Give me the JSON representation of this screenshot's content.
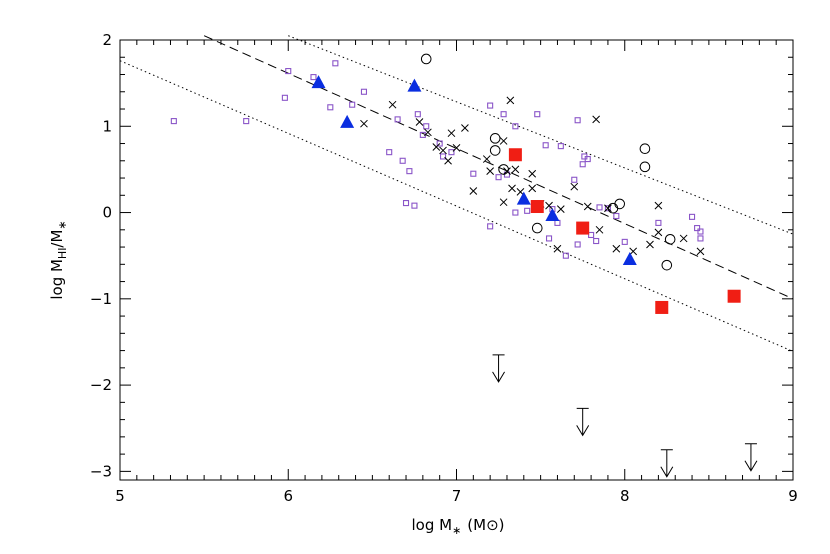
{
  "chart_data": {
    "type": "scatter",
    "xlabel": "log M∗ (M⊙)",
    "ylabel": "log M_HI/M∗",
    "ylabel_parts": {
      "main": "log M",
      "sub1": "HI",
      "mid": "/M",
      "sub2": "∗"
    },
    "xlabel_parts": {
      "main": "log M",
      "sub": "∗",
      "unit": "(M⊙)"
    },
    "xlim": [
      5,
      9
    ],
    "ylim": [
      -3.1,
      2
    ],
    "xticks": [
      5,
      6,
      7,
      8,
      9
    ],
    "yticks": [
      2,
      1,
      0,
      -1,
      -2,
      -3
    ],
    "ytick_labels": [
      "2",
      "1",
      "0",
      "−1",
      "−2",
      "−3"
    ],
    "grid": false,
    "colors": {
      "triangle": "#0a2ee0",
      "square": "#f01e14",
      "small_square": "#8a55c8",
      "ink": "#000000"
    },
    "lines": [
      {
        "style": "dashed",
        "x": [
          5.5,
          9.0
        ],
        "y": [
          2.05,
          -1.0
        ]
      },
      {
        "style": "dotted",
        "x": [
          5.0,
          9.0
        ],
        "y": [
          1.76,
          -1.61
        ]
      },
      {
        "style": "dotted",
        "x": [
          6.0,
          9.0
        ],
        "y": [
          2.05,
          -0.25
        ]
      }
    ],
    "series": [
      {
        "marker": "small-square",
        "points": [
          [
            5.32,
            1.06
          ],
          [
            5.75,
            1.06
          ],
          [
            5.98,
            1.33
          ],
          [
            6.0,
            1.64
          ],
          [
            6.15,
            1.57
          ],
          [
            6.25,
            1.22
          ],
          [
            6.28,
            1.73
          ],
          [
            6.38,
            1.25
          ],
          [
            6.45,
            1.4
          ],
          [
            6.6,
            0.7
          ],
          [
            6.65,
            1.08
          ],
          [
            6.68,
            0.6
          ],
          [
            6.7,
            0.11
          ],
          [
            6.72,
            0.48
          ],
          [
            6.75,
            0.08
          ],
          [
            6.77,
            1.14
          ],
          [
            6.8,
            0.9
          ],
          [
            6.82,
            1.0
          ],
          [
            6.9,
            0.8
          ],
          [
            6.92,
            0.65
          ],
          [
            6.97,
            0.7
          ],
          [
            7.1,
            0.45
          ],
          [
            7.2,
            -0.16
          ],
          [
            7.2,
            1.24
          ],
          [
            7.25,
            0.41
          ],
          [
            7.28,
            1.14
          ],
          [
            7.3,
            0.44
          ],
          [
            7.35,
            1.0
          ],
          [
            7.35,
            0.0
          ],
          [
            7.42,
            0.02
          ],
          [
            7.48,
            1.14
          ],
          [
            7.53,
            0.78
          ],
          [
            7.55,
            -0.3
          ],
          [
            7.57,
            0.04
          ],
          [
            7.6,
            -0.12
          ],
          [
            7.62,
            0.77
          ],
          [
            7.65,
            -0.5
          ],
          [
            7.7,
            0.38
          ],
          [
            7.72,
            -0.37
          ],
          [
            7.75,
            0.56
          ],
          [
            7.76,
            0.65
          ],
          [
            7.78,
            0.62
          ],
          [
            7.8,
            -0.26
          ],
          [
            7.83,
            -0.33
          ],
          [
            7.85,
            0.06
          ],
          [
            7.9,
            0.05
          ],
          [
            7.95,
            -0.04
          ],
          [
            8.0,
            -0.34
          ],
          [
            8.2,
            -0.12
          ],
          [
            8.4,
            -0.05
          ],
          [
            8.43,
            -0.18
          ],
          [
            8.45,
            -0.3
          ],
          [
            8.45,
            -0.22
          ],
          [
            7.72,
            1.07
          ]
        ]
      },
      {
        "marker": "x",
        "points": [
          [
            6.45,
            1.03
          ],
          [
            6.62,
            1.25
          ],
          [
            6.78,
            1.05
          ],
          [
            6.83,
            0.93
          ],
          [
            6.88,
            0.76
          ],
          [
            6.92,
            0.72
          ],
          [
            6.95,
            0.6
          ],
          [
            6.97,
            0.92
          ],
          [
            7.0,
            0.75
          ],
          [
            7.05,
            0.98
          ],
          [
            7.1,
            0.25
          ],
          [
            7.18,
            0.62
          ],
          [
            7.28,
            0.83
          ],
          [
            7.32,
            1.3
          ],
          [
            7.35,
            0.5
          ],
          [
            7.28,
            0.12
          ],
          [
            7.33,
            0.28
          ],
          [
            7.38,
            0.24
          ],
          [
            7.45,
            0.28
          ],
          [
            7.5,
            0.1
          ],
          [
            7.55,
            0.08
          ],
          [
            7.6,
            -0.42
          ],
          [
            7.62,
            0.04
          ],
          [
            7.7,
            0.3
          ],
          [
            7.78,
            0.07
          ],
          [
            7.83,
            1.08
          ],
          [
            7.85,
            -0.2
          ],
          [
            7.9,
            0.05
          ],
          [
            7.95,
            -0.42
          ],
          [
            8.05,
            -0.45
          ],
          [
            8.15,
            -0.37
          ],
          [
            8.2,
            -0.23
          ],
          [
            8.35,
            -0.3
          ],
          [
            8.45,
            -0.45
          ],
          [
            8.2,
            0.08
          ],
          [
            7.45,
            0.45
          ],
          [
            7.2,
            0.48
          ],
          [
            7.3,
            0.48
          ]
        ]
      },
      {
        "marker": "open-circle",
        "points": [
          [
            6.82,
            1.78
          ],
          [
            7.23,
            0.86
          ],
          [
            7.23,
            0.72
          ],
          [
            7.28,
            0.5
          ],
          [
            7.48,
            -0.18
          ],
          [
            7.93,
            0.05
          ],
          [
            7.97,
            0.1
          ],
          [
            8.12,
            0.53
          ],
          [
            8.12,
            0.74
          ],
          [
            8.25,
            -0.61
          ],
          [
            8.27,
            -0.31
          ]
        ]
      },
      {
        "marker": "filled-triangle",
        "points": [
          [
            6.18,
            1.5
          ],
          [
            6.35,
            1.04
          ],
          [
            6.75,
            1.46
          ],
          [
            7.4,
            0.15
          ],
          [
            7.57,
            -0.04
          ],
          [
            8.03,
            -0.55
          ]
        ]
      },
      {
        "marker": "filled-square",
        "points": [
          [
            7.35,
            0.67
          ],
          [
            7.48,
            0.07
          ],
          [
            7.75,
            -0.18
          ],
          [
            8.22,
            -1.1
          ],
          [
            8.65,
            -0.97
          ]
        ]
      },
      {
        "marker": "upper-limit",
        "points": [
          [
            7.25,
            -1.65
          ],
          [
            7.75,
            -2.27
          ],
          [
            8.25,
            -2.75
          ],
          [
            8.75,
            -2.68
          ]
        ]
      }
    ]
  }
}
